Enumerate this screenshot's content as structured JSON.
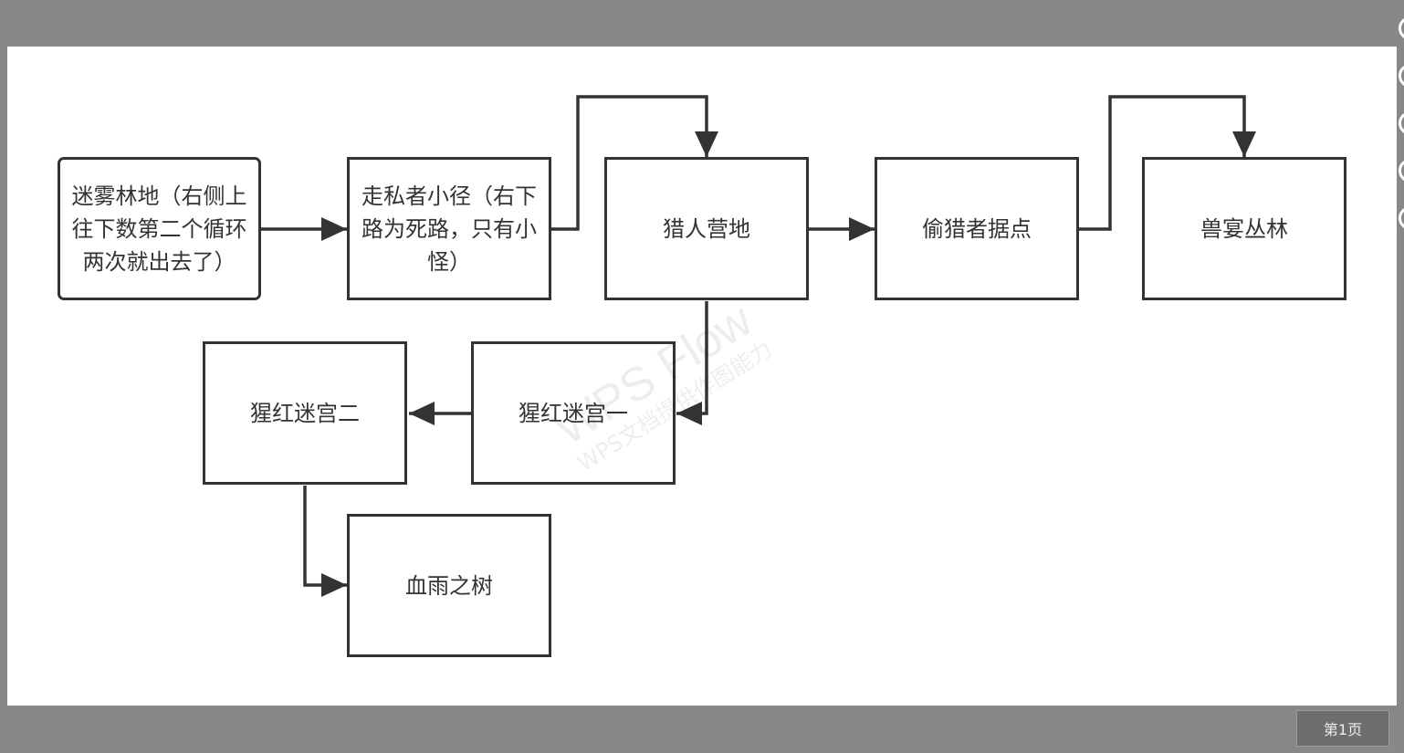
{
  "diagram": {
    "nodes": {
      "misty_forest": "迷雾林地（右侧上往下数第二个循环两次就出去了）",
      "smuggler_path": "走私者小径（右下路为死路，只有小怪）",
      "hunter_camp": "猎人营地",
      "poacher_stronghold": "偷猎者据点",
      "beast_jungle": "兽宴丛林",
      "scarlet_maze_two": "猩红迷宫二",
      "scarlet_maze_one": "猩红迷宫一",
      "blood_rain_tree": "血雨之树"
    },
    "edges": [
      {
        "from": "misty_forest",
        "to": "smuggler_path"
      },
      {
        "from": "smuggler_path",
        "to": "hunter_camp"
      },
      {
        "from": "hunter_camp",
        "to": "poacher_stronghold"
      },
      {
        "from": "poacher_stronghold",
        "to": "beast_jungle"
      },
      {
        "from": "hunter_camp",
        "to": "scarlet_maze_one"
      },
      {
        "from": "scarlet_maze_one",
        "to": "scarlet_maze_two"
      },
      {
        "from": "scarlet_maze_two",
        "to": "blood_rain_tree"
      }
    ],
    "line_color": "#333333"
  },
  "watermark": {
    "line1": "WPS Flow",
    "line2": "WPS文档提供作图能力"
  },
  "footer": {
    "page_label": "第1页"
  }
}
